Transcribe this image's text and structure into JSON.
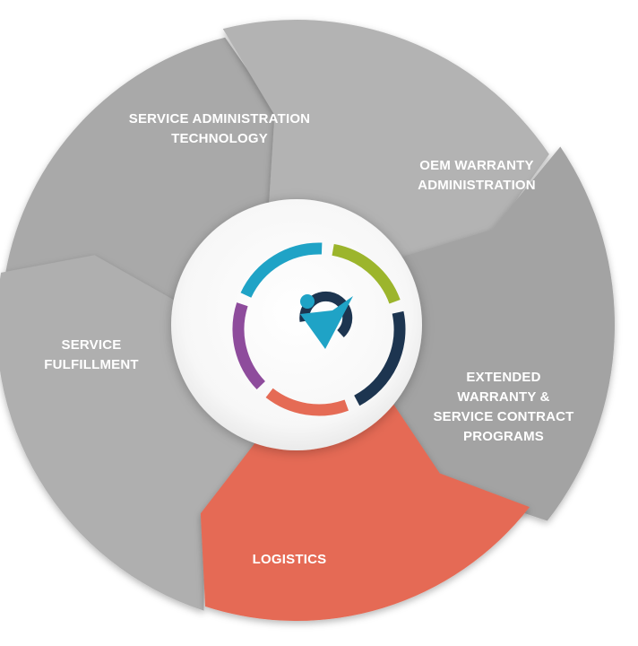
{
  "diagram": {
    "segments": [
      {
        "id": "service-admin-tech",
        "lines": [
          "SERVICE ADMINISTRATION",
          "TECHNOLOGY"
        ],
        "color": "#a9a9a9"
      },
      {
        "id": "oem-warranty",
        "lines": [
          "OEM WARRANTY",
          "ADMINISTRATION"
        ],
        "color": "#b3b3b3"
      },
      {
        "id": "extended-warranty",
        "lines": [
          "EXTENDED",
          "WARRANTY &",
          "SERVICE CONTRACT",
          "PROGRAMS"
        ],
        "color": "#a3a3a3"
      },
      {
        "id": "logistics",
        "lines": [
          "LOGISTICS"
        ],
        "color": "#e56b55"
      },
      {
        "id": "service-fulfillment",
        "lines": [
          "SERVICE",
          "FULFILLMENT"
        ],
        "color": "#afafaf"
      }
    ],
    "logo": {
      "icon": "person-checkmark-logo-icon",
      "ring_colors": [
        "#1fa3c6",
        "#9cb52c",
        "#1d3550",
        "#e56b55",
        "#8e4c9c"
      ],
      "mark_colors": {
        "person": "#1fa3c6",
        "circle": "#1d3550"
      }
    }
  }
}
